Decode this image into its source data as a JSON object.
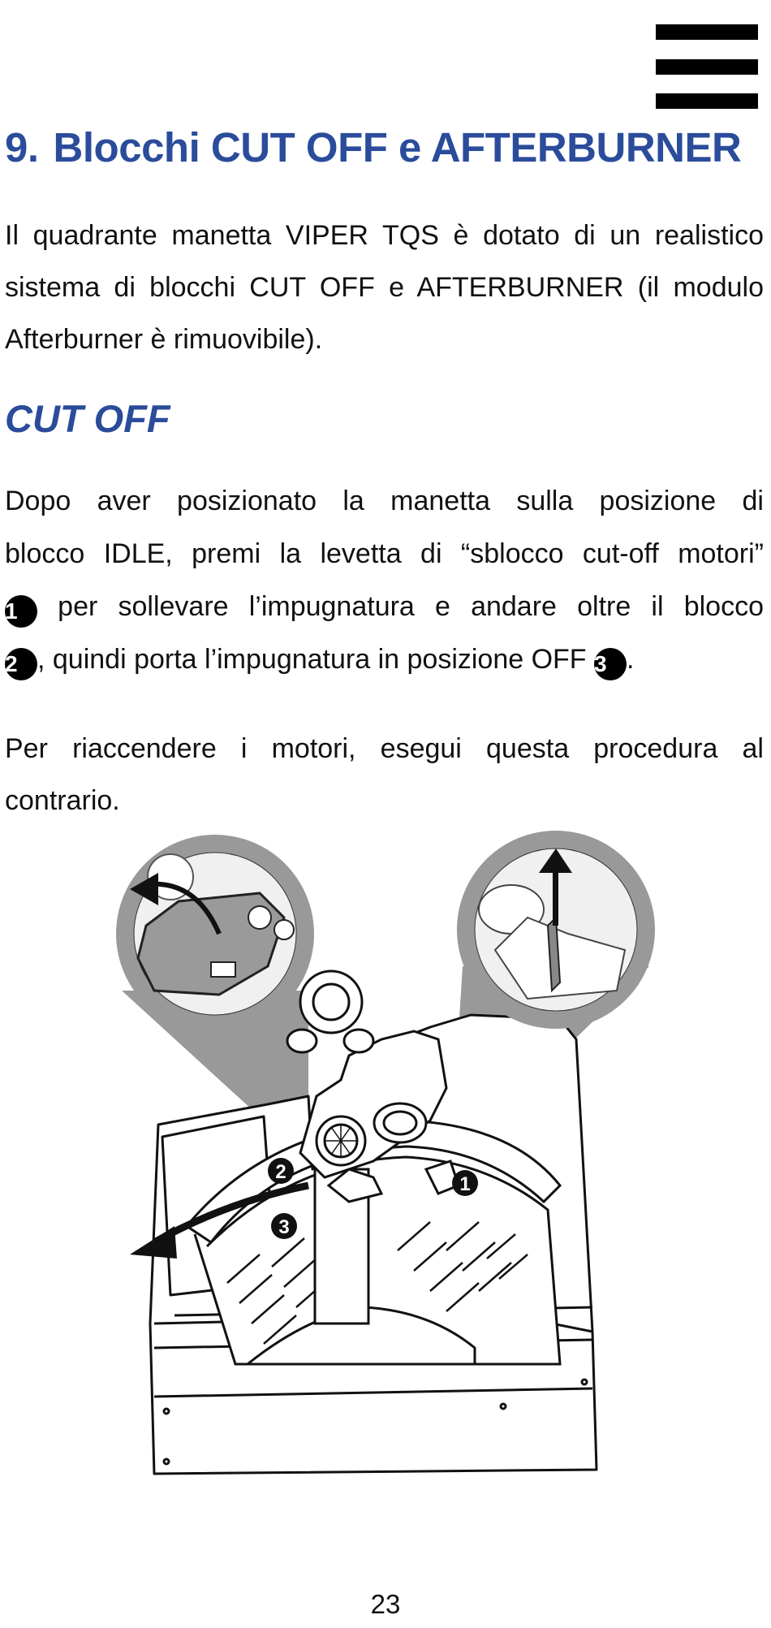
{
  "colors": {
    "heading": "#2b4c9b",
    "text": "#111111",
    "callout": "#999999"
  },
  "menu": {
    "icon": "hamburger-menu-icon"
  },
  "section": {
    "number": "9.",
    "title": "Blocchi CUT OFF e AFTERBURNER"
  },
  "intro": "Il quadrante manetta VIPER TQS è dotato di un realistico sistema di blocchi CUT OFF e AFTERBURNER (il modulo Afterburner è rimuovibile).",
  "subsection": {
    "title": "CUT OFF"
  },
  "cutoff": {
    "line1": "Dopo aver posizionato la manetta sulla posizione di",
    "line2": "blocco IDLE, premi la levetta di “sblocco cut-off motori”",
    "line3": "per sollevare l’impugnatura e andare oltre il blocco",
    "line4a": ", quindi porta l’impugnatura in posizione OFF",
    "line4b": "."
  },
  "steps": [
    "1",
    "2",
    "3"
  ],
  "restart": "Per riaccendere i motori, esegui questa procedura al contrario.",
  "page_number": "23"
}
